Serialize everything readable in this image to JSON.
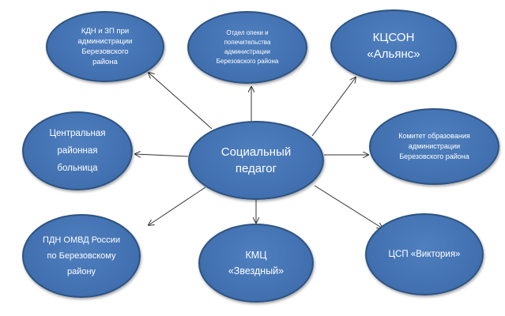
{
  "center": {
    "label": "Социальный\nпедагог"
  },
  "nodes": {
    "kdn": {
      "label": "КДН и ЗП при\nадминистрации\nБерезовского\nрайона"
    },
    "opeka": {
      "label": "Отдел опеки и\nпопечительства\nадминистрации\nБерезовского района"
    },
    "kcson": {
      "label": "КЦСОН\n«Альянс»"
    },
    "crb": {
      "label": "Центральная\nрайонная\nбольница"
    },
    "komitet": {
      "label": "Комитет образования\nадминистрации\nБерезовского района"
    },
    "pdn": {
      "label": "ПДН ОМВД России\nпо Березовскому\nрайону"
    },
    "kmc": {
      "label": "КМЦ\n«Звездный»"
    },
    "csp": {
      "label": "ЦСП «Виктория»"
    }
  },
  "colors": {
    "node_fill": "#4473b3",
    "node_border": "#2d5382",
    "arrow": "#333333",
    "text": "#ffffff"
  }
}
